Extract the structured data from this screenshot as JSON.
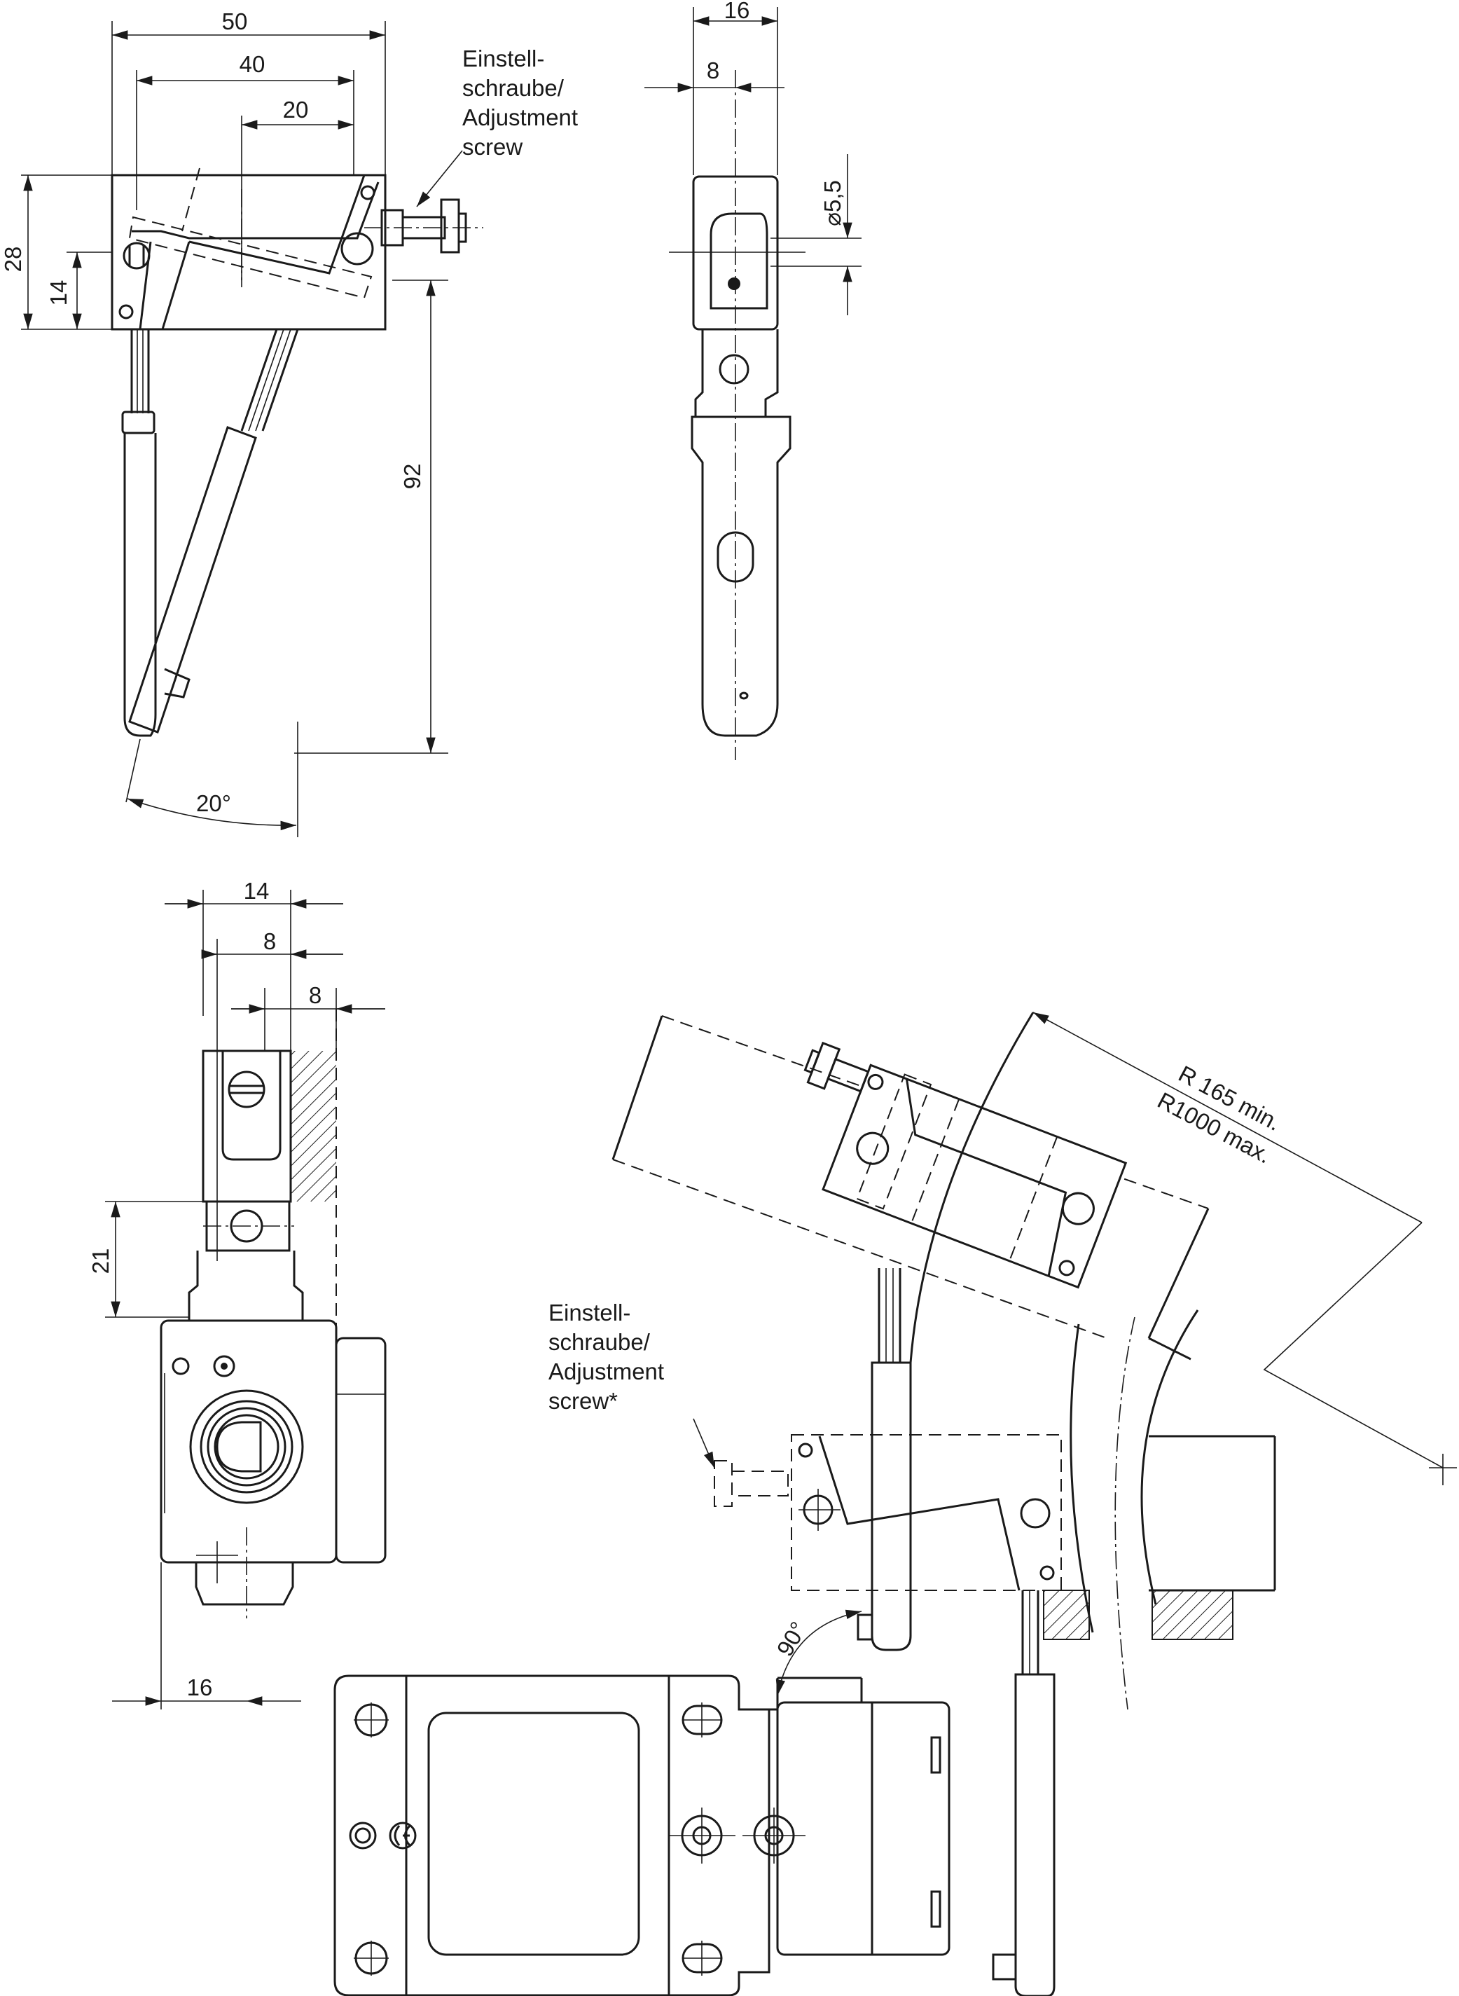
{
  "views": {
    "top_left": {
      "dims": {
        "w50": "50",
        "w40": "40",
        "w20": "20",
        "h28": "28",
        "h14": "14",
        "h92": "92",
        "angle": "20°"
      },
      "label": [
        "Einstell-",
        "schraube/",
        "Adjustment",
        "screw"
      ]
    },
    "top_right": {
      "dims": {
        "w16": "16",
        "w8": "8",
        "dia": "⌀5,5"
      }
    },
    "mid_left": {
      "dims": {
        "w14": "14",
        "w8a": "8",
        "w8b": "8",
        "h21": "21",
        "w16": "16"
      }
    },
    "mid_right": {
      "radius": [
        "R 165 min.",
        "R1000 max."
      ],
      "label": [
        "Einstell-",
        "schraube/",
        "Adjustment",
        "screw*"
      ],
      "angle": "90°"
    }
  },
  "icons": [
    "ce-mark-icon",
    "hatch-mount-icon"
  ]
}
